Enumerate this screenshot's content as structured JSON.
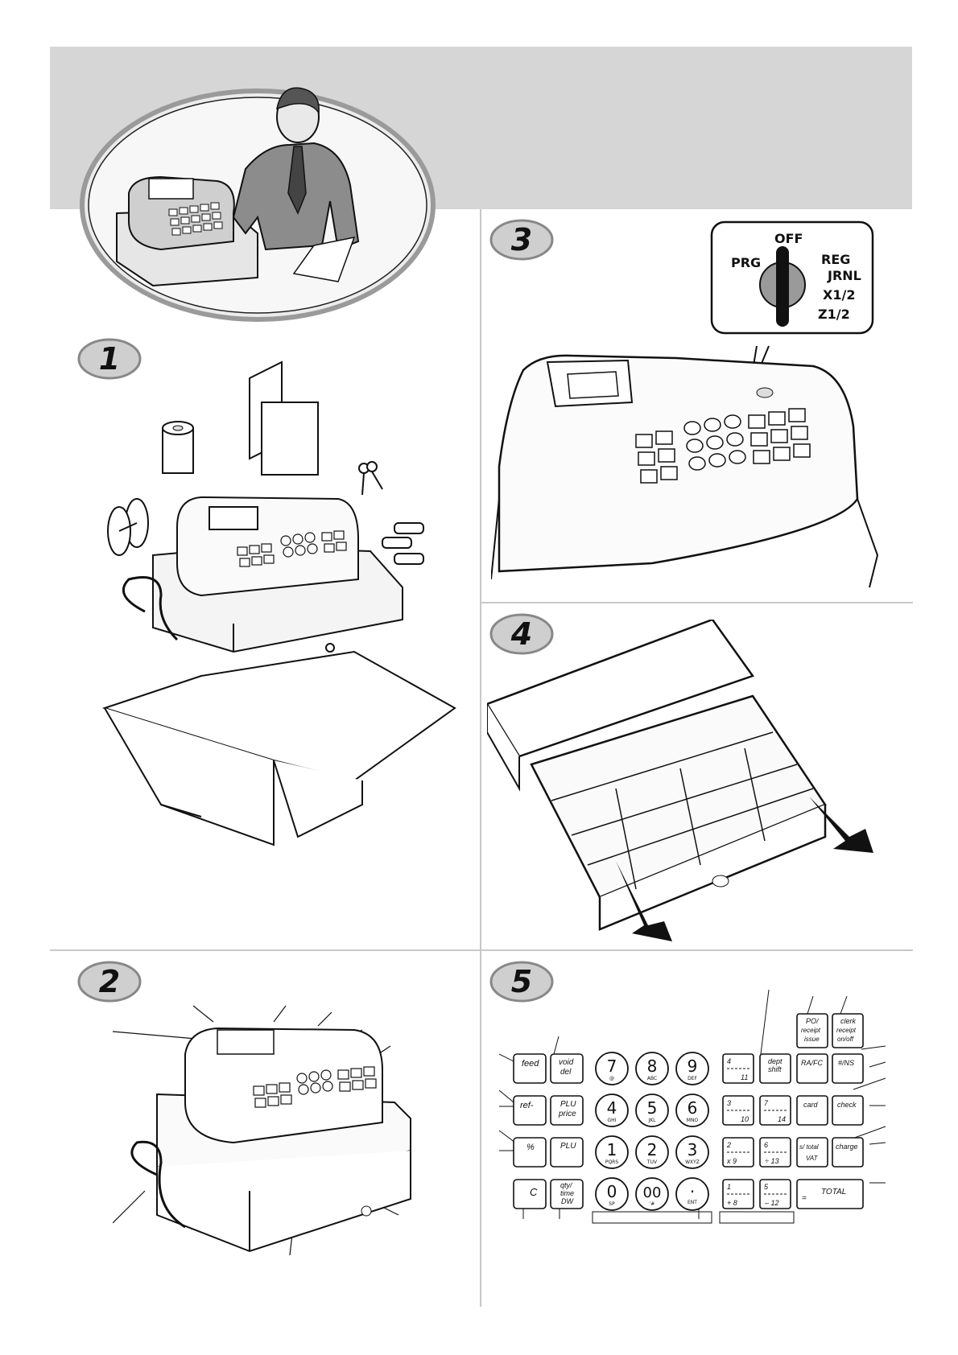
{
  "steps": {
    "s1": "1",
    "s2": "2",
    "s3": "3",
    "s4": "4",
    "s5": "5"
  },
  "mode_switch": {
    "off": "OFF",
    "prg": "PRG",
    "reg": "REG",
    "jrnl": "JRNL",
    "x": "X1/2",
    "z": "Z1/2"
  },
  "keypad": {
    "feed": "feed",
    "void": [
      "void",
      "del"
    ],
    "refund": "ref-",
    "plu_price": [
      "PLU",
      "price"
    ],
    "percent": "%",
    "plu": "PLU",
    "clear": "C",
    "qty": [
      "qty/",
      "time",
      "DW"
    ],
    "digits": [
      {
        "d": "7",
        "s": "@"
      },
      {
        "d": "8",
        "s": "ABC"
      },
      {
        "d": "9",
        "s": "DEF"
      },
      {
        "d": "4",
        "s": "GHI"
      },
      {
        "d": "5",
        "s": "JKL"
      },
      {
        "d": "6",
        "s": "MNO"
      },
      {
        "d": "1",
        "s": "PQRS"
      },
      {
        "d": "2",
        "s": "TUV"
      },
      {
        "d": "3",
        "s": "WXYZ"
      },
      {
        "d": "0",
        "s": "SP"
      },
      {
        "d": "00",
        "s": "'#"
      },
      {
        "d": ".",
        "s": "ENT"
      }
    ],
    "dept": [
      {
        "top": "4",
        "bot": "11"
      },
      {
        "top": "3",
        "bot": "10"
      },
      {
        "top": "7",
        "bot": "14"
      },
      {
        "top": "2",
        "bot": "x 9"
      },
      {
        "top": "6",
        "bot": "÷ 13"
      },
      {
        "top": "1",
        "bot": "+ 8"
      },
      {
        "top": "5",
        "bot": "– 12"
      }
    ],
    "dept_shift": [
      "dept",
      "shift"
    ],
    "po": [
      "PO/",
      "receipt",
      "issue"
    ],
    "clerk": [
      "clerk",
      "receipt",
      "on/off"
    ],
    "ra": "RA/FC",
    "ins": "#/NS",
    "card": "card",
    "check": "check",
    "subtotal": [
      "s/ total",
      "VAT"
    ],
    "charge": "charge",
    "total": "TOTAL",
    "equals": "="
  }
}
